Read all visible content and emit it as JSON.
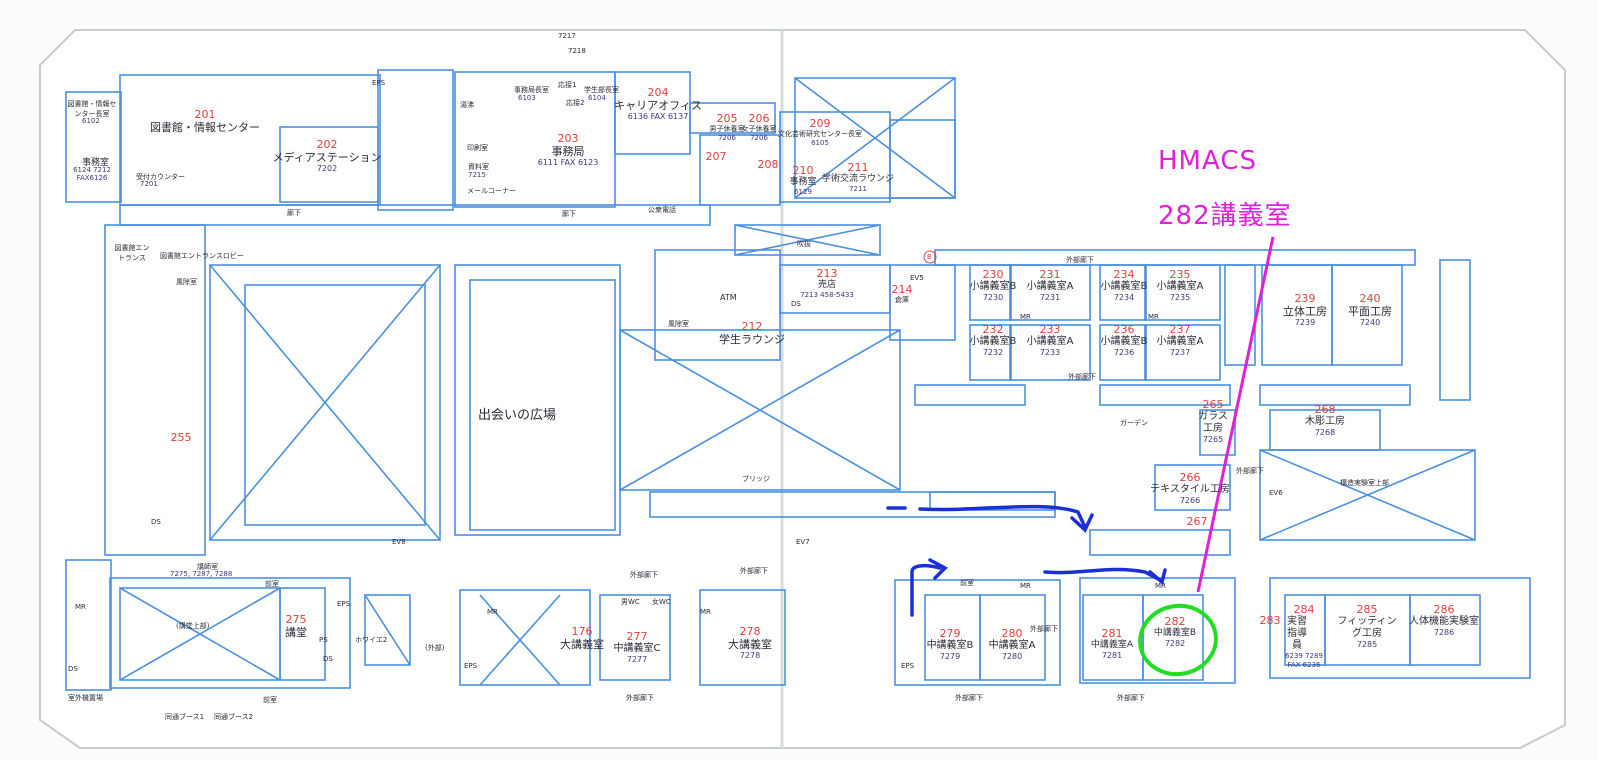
{
  "annotation": {
    "title": "HMACS",
    "subtitle": "282講義室",
    "highlight_color": "#22dd22",
    "pointer_color": "#e020d8",
    "route_color": "#1a2fd8"
  },
  "colors": {
    "wall": "#4a8fe0",
    "room_number": "#e0403a"
  },
  "rooms": [
    {
      "number": "201",
      "name": "図書館・情報センター",
      "ext": ""
    },
    {
      "number": "202",
      "name": "メディアステーション",
      "ext": "7202"
    },
    {
      "number": "203",
      "name": "事務局",
      "ext": "6111  FAX 6123"
    },
    {
      "number": "204",
      "name": "キャリアオフィス",
      "ext": "6136 FAX 6137"
    },
    {
      "number": "205",
      "name": "男子休養室",
      "ext": "7206"
    },
    {
      "number": "206",
      "name": "女子休養室",
      "ext": "7206"
    },
    {
      "number": "207",
      "name": "",
      "ext": ""
    },
    {
      "number": "208",
      "name": "",
      "ext": ""
    },
    {
      "number": "209",
      "name": "文化芸術研究センター長室",
      "ext": "6105"
    },
    {
      "number": "210",
      "name": "事務室",
      "ext": "6129"
    },
    {
      "number": "211",
      "name": "学術交流ラウンジ",
      "ext": "7211"
    },
    {
      "number": "212",
      "name": "学生ラウンジ",
      "ext": ""
    },
    {
      "number": "213",
      "name": "売店",
      "ext": "7213 458-5433"
    },
    {
      "number": "214",
      "name": "倉庫",
      "ext": ""
    },
    {
      "number": "230",
      "name": "小講義室B",
      "ext": "7230"
    },
    {
      "number": "231",
      "name": "小講義室A",
      "ext": "7231"
    },
    {
      "number": "232",
      "name": "小講義室B",
      "ext": "7232"
    },
    {
      "number": "233",
      "name": "小講義室A",
      "ext": "7233"
    },
    {
      "number": "234",
      "name": "小講義室B",
      "ext": "7234"
    },
    {
      "number": "235",
      "name": "小講義室A",
      "ext": "7235"
    },
    {
      "number": "236",
      "name": "小講義室B",
      "ext": "7236"
    },
    {
      "number": "237",
      "name": "小講義室A",
      "ext": "7237"
    },
    {
      "number": "239",
      "name": "立体工房",
      "ext": "7239"
    },
    {
      "number": "240",
      "name": "平面工房",
      "ext": "7240"
    },
    {
      "number": "255",
      "name": "",
      "ext": ""
    },
    {
      "number": "265",
      "name": "ガラス工房",
      "ext": "7265"
    },
    {
      "number": "266",
      "name": "テキスタイル工房",
      "ext": "7266"
    },
    {
      "number": "267",
      "name": "",
      "ext": ""
    },
    {
      "number": "268",
      "name": "木彫工房",
      "ext": "7268"
    },
    {
      "number": "275",
      "name": "講堂",
      "ext": ""
    },
    {
      "number": "176",
      "name": "大講義室",
      "ext": ""
    },
    {
      "number": "277",
      "name": "中講義室C",
      "ext": "7277"
    },
    {
      "number": "278",
      "name": "大講義室",
      "ext": "7278"
    },
    {
      "number": "279",
      "name": "中講義室B",
      "ext": "7279"
    },
    {
      "number": "280",
      "name": "中講義室A",
      "ext": "7280"
    },
    {
      "number": "281",
      "name": "中講義室A",
      "ext": "7281"
    },
    {
      "number": "282",
      "name": "中講義室B",
      "ext": "7282"
    },
    {
      "number": "283",
      "name": "",
      "ext": ""
    },
    {
      "number": "284",
      "name": "実習指導員",
      "ext": "6239 7289 FAX 6236"
    },
    {
      "number": "285",
      "name": "フィッティング工房",
      "ext": "7285"
    },
    {
      "number": "286",
      "name": "人体機能実験室",
      "ext": "7286"
    }
  ],
  "labels": {
    "plaza": "出会いの広場",
    "garden": "ガーデン",
    "bridge": "ブリッジ",
    "corridor": "廊下",
    "outer_corridor": "外部廊下",
    "library_director": "図書館・情報センター長室",
    "library_director_ext": "6102",
    "office": "事務室",
    "office_ext": "6124 7212 FAX6126",
    "reception": "受付カウンター",
    "reception_ext": "7201",
    "library_entrance": "図書館エントランス",
    "library_lobby": "図書館エントランスロビー",
    "windbreak": "風除室",
    "ext_7217": "7217",
    "ext_7218": "7218",
    "secretary_general": "事務局長室",
    "secretary_general_ext": "6103",
    "student_dean": "学生部長室",
    "student_dean_ext": "6104",
    "reception_room1": "応接1",
    "reception_room2": "応接2",
    "kitchenette": "湯沸",
    "print_room": "印刷室",
    "archive": "資料室",
    "archive_ext": "7215",
    "mail_corner": "メールコーナー",
    "payphone": "公衆電話",
    "atrium": "吹抜",
    "atm": "ATM",
    "lecturer_room": "講師室",
    "lecturer_room_ext": "7275, 7287, 7288",
    "anteroom": "前室",
    "foyer2": "ホワイエ2",
    "outside": "(外部)",
    "auditorium_upper": "(講堂上部)",
    "outdoor_unit": "室外機置場",
    "booth1": "同通ブース1",
    "booth2": "同通ブース2",
    "structure_lab_upper": "構造実験室上部",
    "mr": "MR",
    "eps": "EPS",
    "ds": "DS",
    "ps": "PS",
    "ev5": "EV5",
    "ev6": "EV6",
    "ev7": "EV7",
    "ev8": "EV8",
    "mens_wc": "男WC",
    "womens_wc": "女WC",
    "b_marker": "B"
  }
}
